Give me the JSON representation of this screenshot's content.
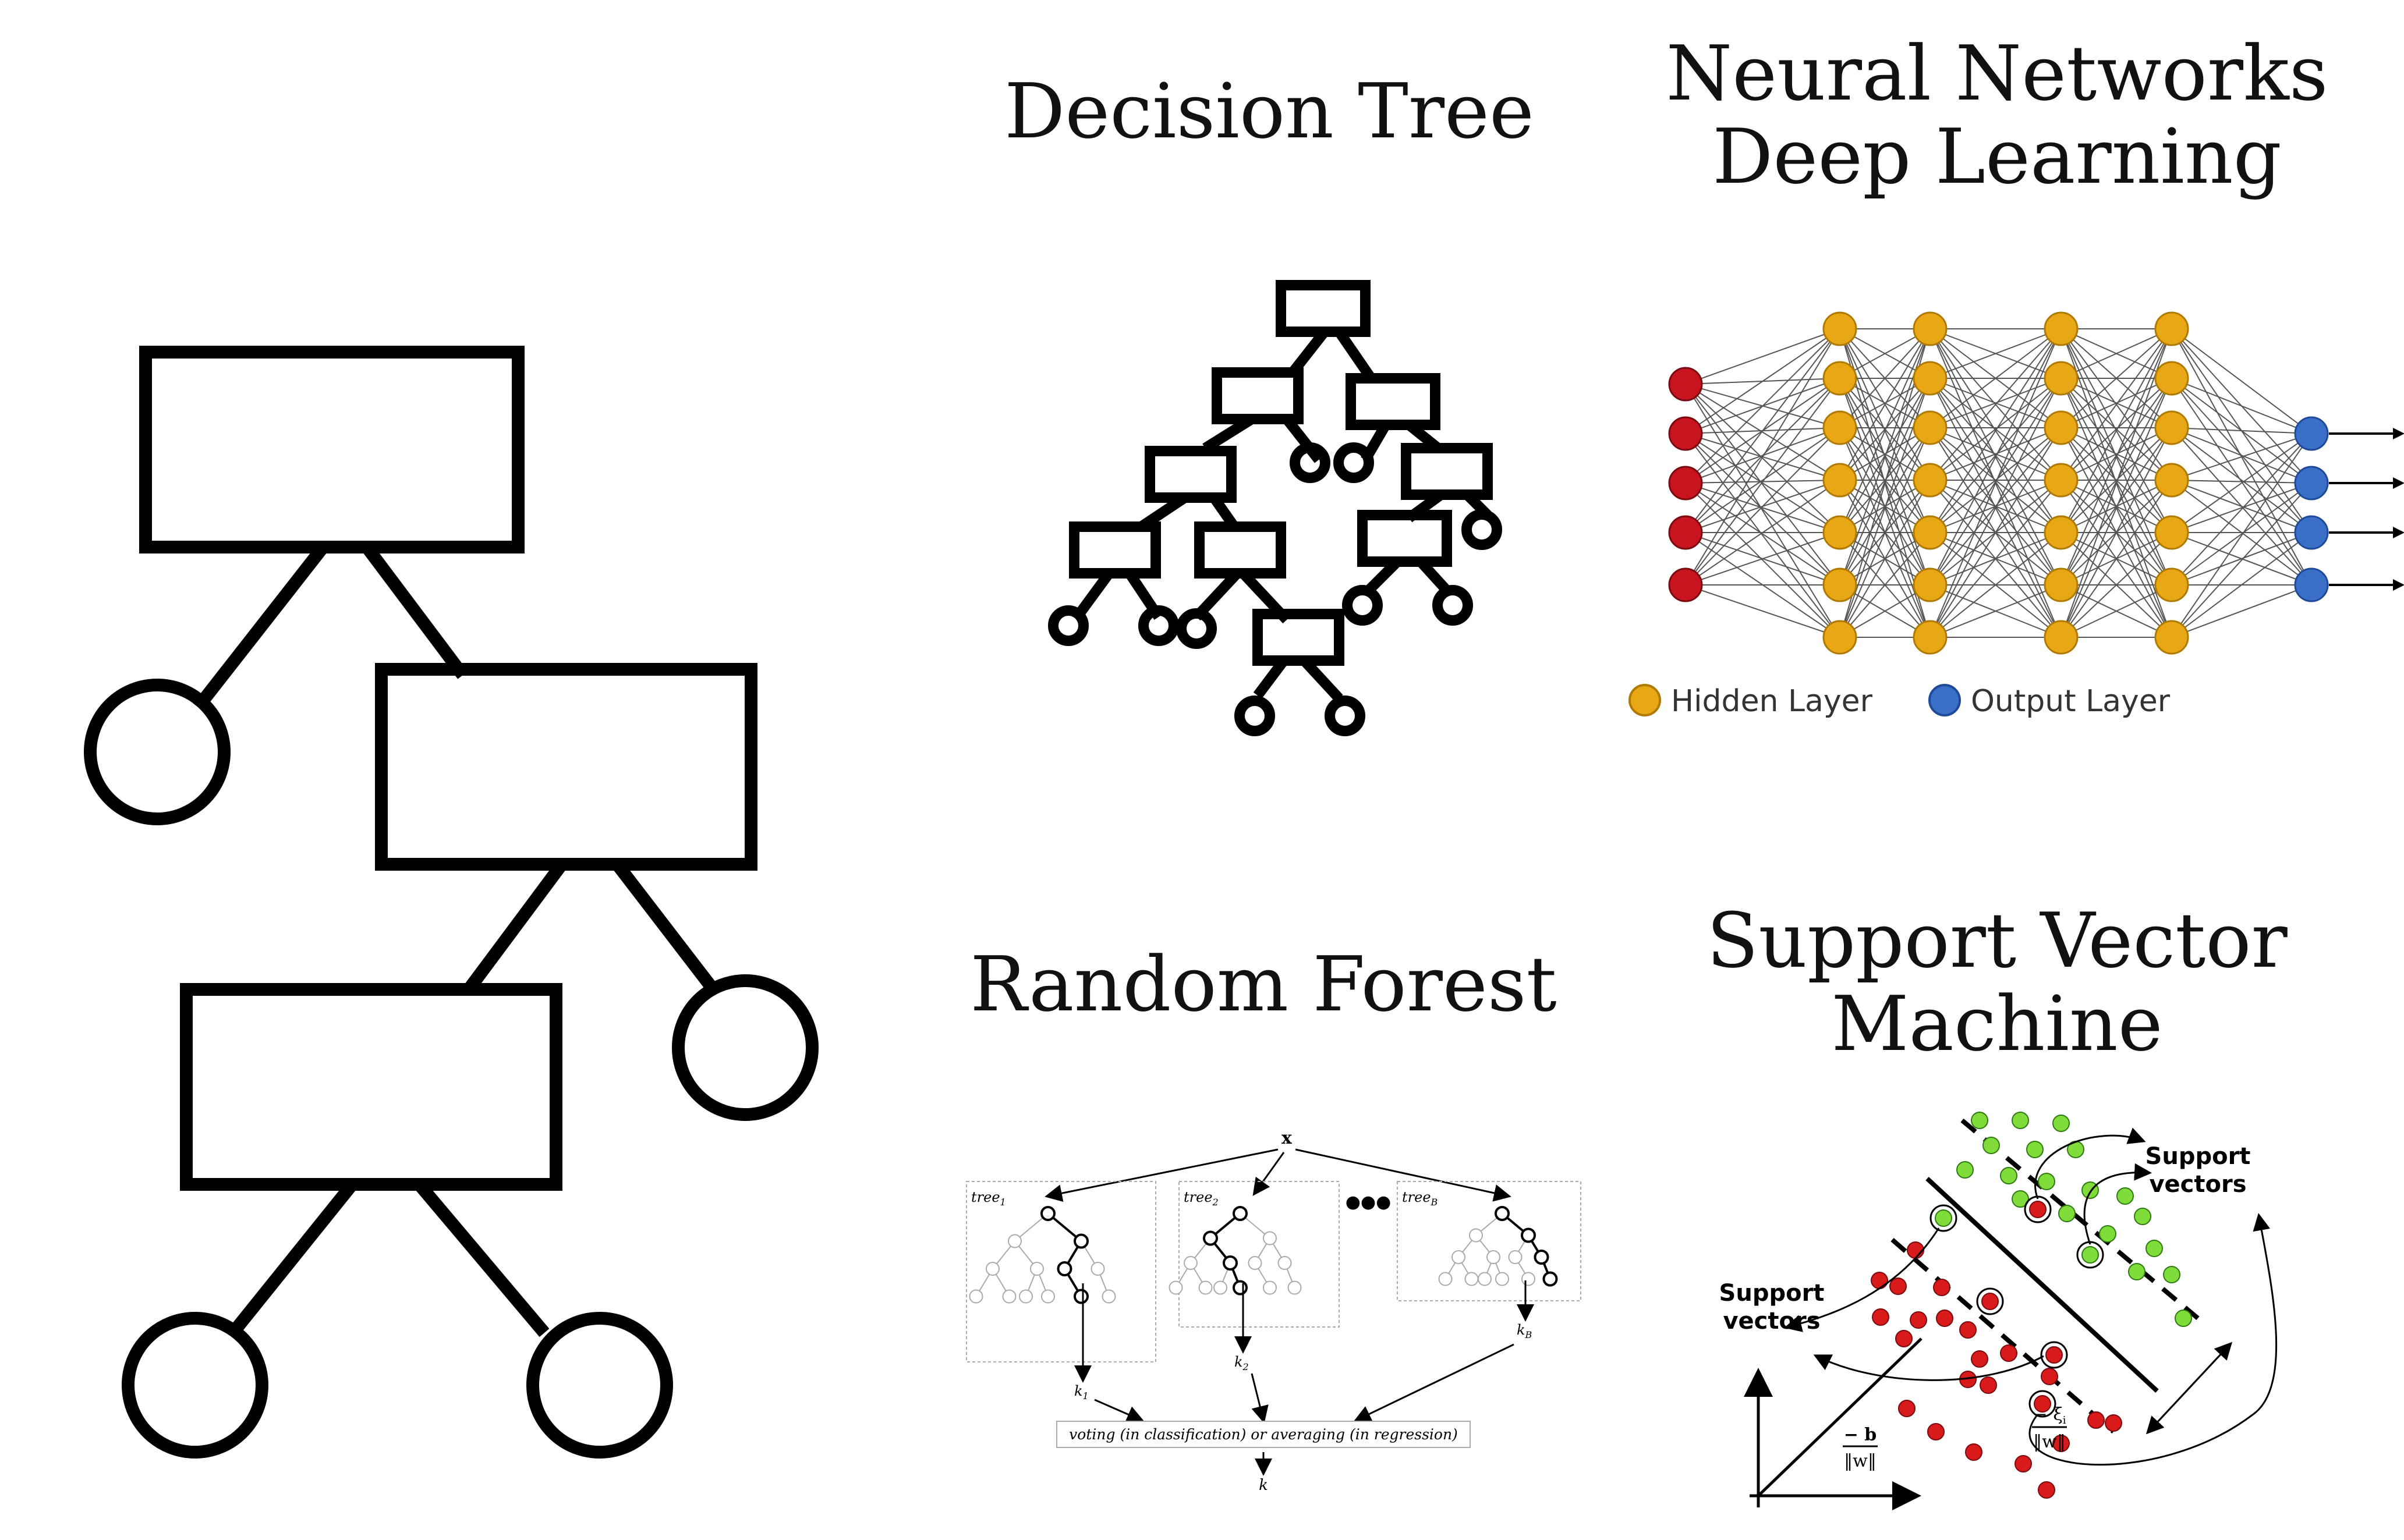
{
  "headings": {
    "decision_tree": "Decision Tree",
    "neural_networks_line1": "Neural Networks",
    "neural_networks_line2": "Deep Learning",
    "random_forest": "Random Forest",
    "svm_line1": "Support Vector",
    "svm_line2": "Machine"
  },
  "neural_network": {
    "legend": [
      {
        "label": "Hidden Layer",
        "color": "#e8a714"
      },
      {
        "label": "Output Layer",
        "color": "#3a6fc8"
      }
    ],
    "input_color": "#c8141e",
    "input_nodes": 5,
    "hidden_layers": [
      7,
      7,
      7,
      7
    ],
    "output_nodes": 4
  },
  "random_forest": {
    "input_label": "x",
    "trees": [
      {
        "name": "tree",
        "sub": "1",
        "output": "k",
        "output_sub": "1"
      },
      {
        "name": "tree",
        "sub": "2",
        "output": "k",
        "output_sub": "2"
      },
      {
        "name": "tree",
        "sub": "B",
        "output": "k",
        "output_sub": "B"
      }
    ],
    "ellipsis": "●●●",
    "voting_label": "voting (in classification) or averaging (in regression)",
    "final_output": "k"
  },
  "svm": {
    "support_vectors_label_top": [
      "Support",
      "vectors"
    ],
    "support_vectors_label_left": [
      "Support",
      "vectors"
    ],
    "margin_label_b_num": "− b",
    "margin_label_b_den": "‖w‖",
    "margin_label_xi_num": "− ξ",
    "margin_label_xi_sub": "i",
    "margin_label_xi_den": "‖w‖",
    "class_colors": {
      "positive": "#7fdc3a",
      "negative": "#d81a1a"
    }
  }
}
